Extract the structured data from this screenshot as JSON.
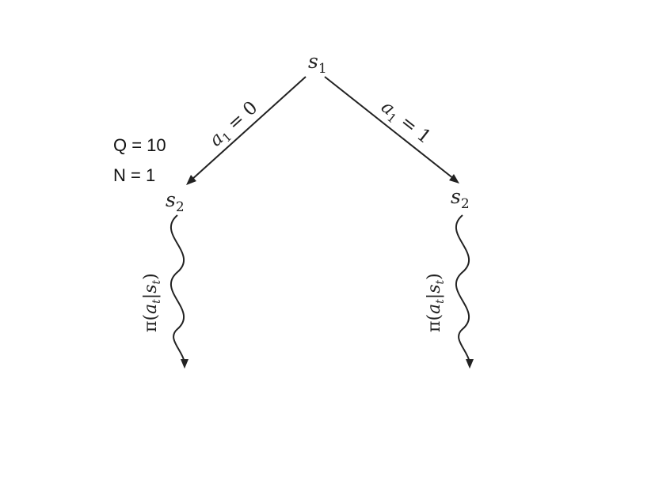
{
  "tree": {
    "root": {
      "label_base": "s",
      "label_sub": "1"
    },
    "edges": [
      {
        "label_var": "a",
        "label_sub": "1",
        "label_rel": " = 0"
      },
      {
        "label_var": "a",
        "label_sub": "1",
        "label_rel": " = 1"
      }
    ],
    "children": [
      {
        "label_base": "s",
        "label_sub": "2",
        "stats": {
          "q": "Q = 10",
          "n": "N = 1"
        },
        "rollout": {
          "pi": "π(",
          "a": "a",
          "a_sub": "t",
          "bar": "|",
          "s": "s",
          "s_sub": "t",
          "close": ")"
        }
      },
      {
        "label_base": "s",
        "label_sub": "2",
        "rollout": {
          "pi": "π(",
          "a": "a",
          "a_sub": "t",
          "bar": "|",
          "s": "s",
          "s_sub": "t",
          "close": ")"
        }
      }
    ]
  }
}
